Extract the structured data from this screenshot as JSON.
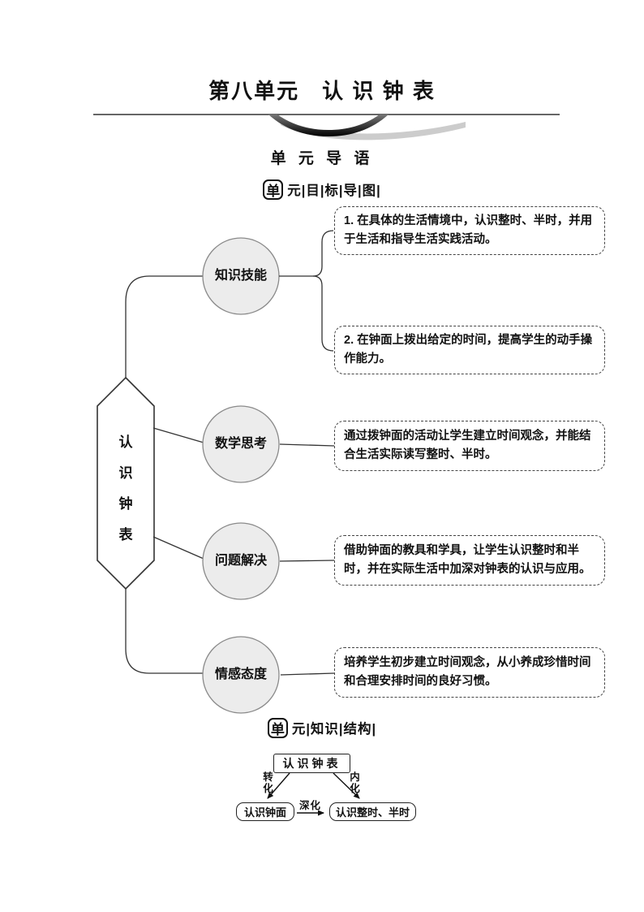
{
  "page": {
    "title": "第八单元　认 识 钟 表",
    "section_heading": "单 元 导 语"
  },
  "badges": {
    "unit_char": "单",
    "goal_map_label": "元|目|标|导|图|",
    "knowledge_structure_label": "元|知识|结构|"
  },
  "mindmap": {
    "root": "认识钟表",
    "root_chars": [
      "认",
      "识",
      "钟",
      "表"
    ],
    "branches": [
      {
        "label": "知识技能"
      },
      {
        "label": "数学思考"
      },
      {
        "label": "问题解决"
      },
      {
        "label": "情感态度"
      }
    ],
    "notes": [
      "1. 在具体的生活情境中，认识整时、半时，并用于生活和指导生活实践活动。",
      "2. 在钟面上拨出给定的时间，提高学生的动手操作能力。",
      "通过拨钟面的活动让学生建立时间观念，并能结合生活实际读写整时、半时。",
      "借助钟面的教具和学具，让学生认识整时和半时，并在实际生活中加深对钟表的认识与应用。",
      "培养学生初步建立时间观念，从小养成珍惜时间和合理安排时间的良好习惯。"
    ]
  },
  "structure_chart": {
    "root": "认识钟表",
    "left_arrow_label": "转化",
    "right_arrow_label": "内化",
    "left_node": "认识钟面",
    "middle_arrow_label": "深化",
    "right_node": "认识整时、半时"
  }
}
